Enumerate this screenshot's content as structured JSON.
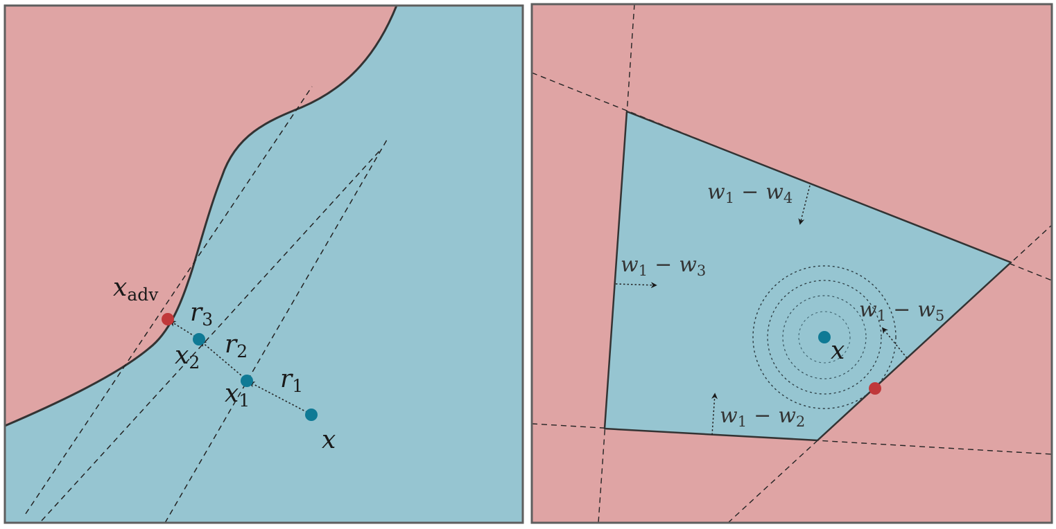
{
  "colors": {
    "region_red": "#dfa4a4",
    "region_blue": "#96c5d1",
    "point_blue": "#0f7a95",
    "point_red": "#c0383a",
    "frame": "#5e5e5e"
  },
  "left_panel": {
    "adversarial_label": {
      "base": "x",
      "sub": "adv"
    },
    "points": [
      {
        "base": "x",
        "sub": ""
      },
      {
        "base": "x",
        "sub": "1"
      },
      {
        "base": "x",
        "sub": "2"
      }
    ],
    "steps": [
      {
        "base": "r",
        "sub": "1"
      },
      {
        "base": "r",
        "sub": "2"
      },
      {
        "base": "r",
        "sub": "3"
      }
    ]
  },
  "right_panel": {
    "center_label": "x",
    "normals": [
      {
        "a": "w",
        "a_sub": "1",
        "op": "−",
        "b": "w",
        "b_sub": "4"
      },
      {
        "a": "w",
        "a_sub": "1",
        "op": "−",
        "b": "w",
        "b_sub": "3"
      },
      {
        "a": "w",
        "a_sub": "1",
        "op": "−",
        "b": "w",
        "b_sub": "5"
      },
      {
        "a": "w",
        "a_sub": "1",
        "op": "−",
        "b": "w",
        "b_sub": "2"
      }
    ]
  }
}
